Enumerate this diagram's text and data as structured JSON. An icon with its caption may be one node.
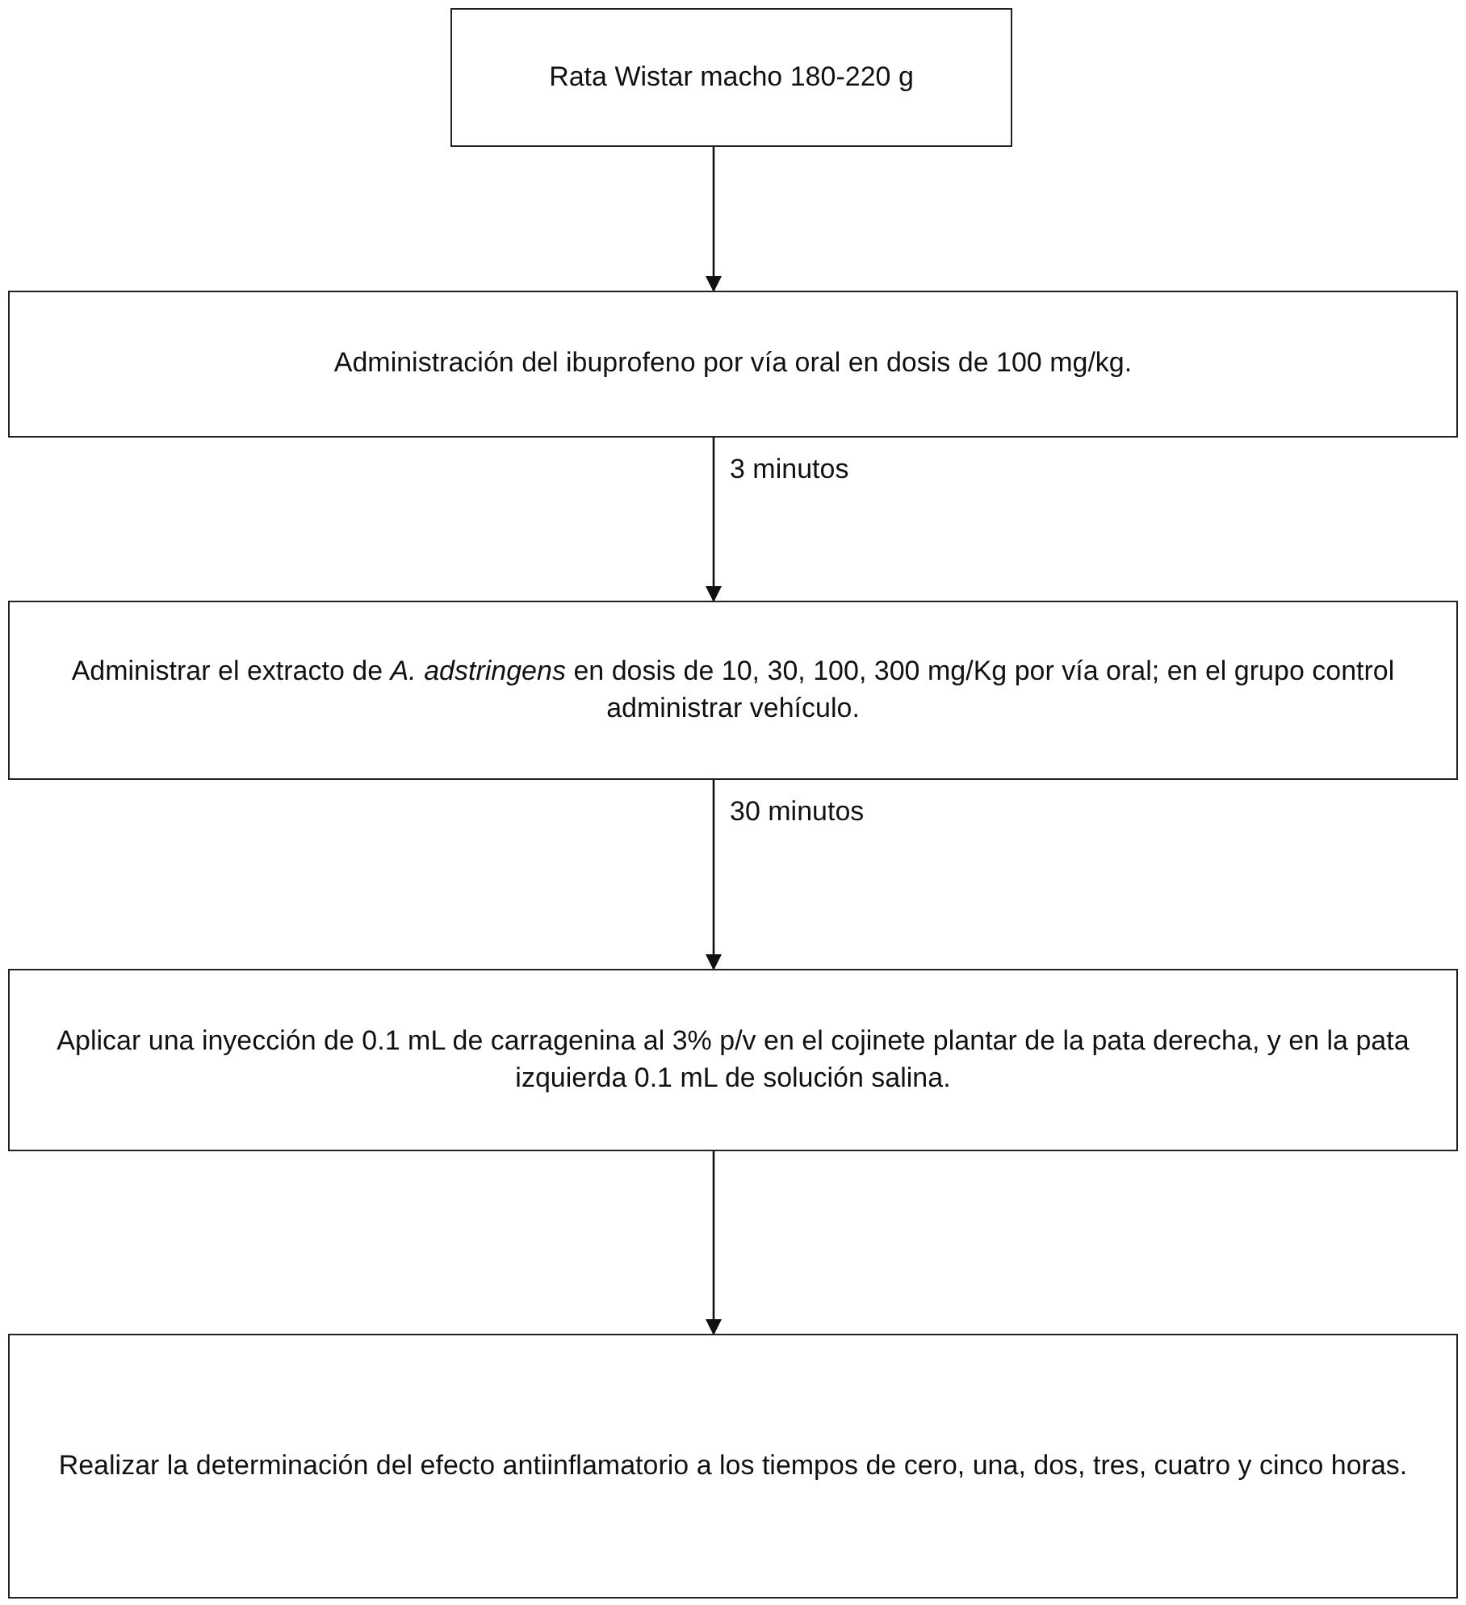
{
  "diagram": {
    "nodes": [
      {
        "text": [
          "Rata Wistar macho 180-220 g"
        ]
      },
      {
        "text": [
          "Administración del ibuprofeno por vía oral en dosis de 100 mg/kg."
        ]
      },
      {
        "text": [
          "Administrar el extracto de *A. adstringens* en dosis de 10, 30, 100, 300 mg/Kg por vía oral; en el grupo control administrar vehículo."
        ]
      },
      {
        "text": [
          "Aplicar una inyección de 0.1 mL de carragenina al 3% p/v en el cojinete plantar de la pata derecha, y en la pata izquierda 0.1 mL de solución salina."
        ]
      },
      {
        "text": [
          "Realizar la determinación del efecto antiinflamatorio a los tiempos de cero, una, dos, tres, cuatro y cinco horas."
        ]
      }
    ],
    "edges": [
      {
        "from": 0,
        "to": 1,
        "arrow": "to"
      },
      {
        "from": 1,
        "to": 2,
        "arrow": "to",
        "label": "3 minutos"
      },
      {
        "from": 2,
        "to": 3,
        "arrow": "to",
        "label": "30 minutos"
      },
      {
        "from": 3,
        "to": 4,
        "arrow": "to"
      }
    ]
  }
}
